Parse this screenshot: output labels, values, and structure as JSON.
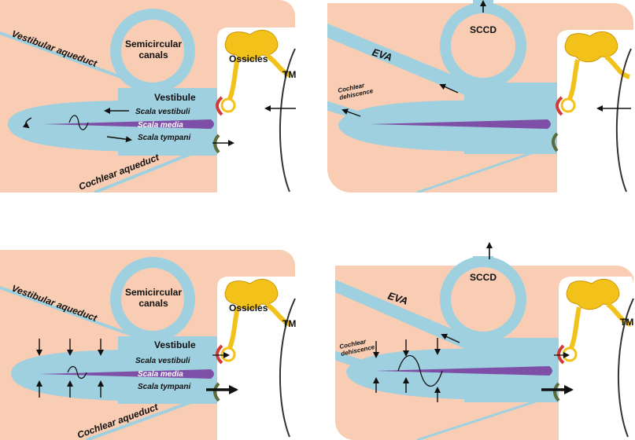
{
  "colors": {
    "skin": "#f8cdb3",
    "skin_edge": "#e8b49a",
    "fluid": "#9fd0e0",
    "fluid_edge": "#86bfd2",
    "membrane": "#7d4fa6",
    "ossicle": "#f3c21a",
    "ossicle_dark": "#c8960a",
    "oval_window": "#d23a3a",
    "round_window": "#5c6b3a",
    "ink": "#111111"
  },
  "panels": [
    {
      "id": "normal-sound",
      "labels": {
        "canals": "Semicircular\ncanals",
        "ossicles": "Ossicles",
        "vestibule": "Vestibule",
        "scala_vestibuli": "Scala vestibuli",
        "scala_media": "Scala media",
        "scala_tympani": "Scala tympani",
        "vestibular_aqueduct": "Vestibular aqueduct",
        "cochlear_aqueduct": "Cochlear aqueduct",
        "tm": "TM"
      }
    },
    {
      "id": "third-window-sound",
      "labels": {
        "sccd": "SCCD",
        "eva": "EVA",
        "dehiscence": "Cochlear\ndehiscence"
      }
    },
    {
      "id": "normal-bone",
      "labels": {
        "canals": "Semicircular\ncanals",
        "ossicles": "Ossicles",
        "vestibule": "Vestibule",
        "scala_vestibuli": "Scala vestibuli",
        "scala_media": "Scala media",
        "scala_tympani": "Scala tympani",
        "vestibular_aqueduct": "Vestibular aqueduct",
        "cochlear_aqueduct": "Cochlear aqueduct",
        "tm": "TM"
      }
    },
    {
      "id": "third-window-bone",
      "labels": {
        "sccd": "SCCD",
        "eva": "EVA",
        "dehiscence": "Cochlear\ndehiscence",
        "tm": "TM"
      }
    }
  ]
}
